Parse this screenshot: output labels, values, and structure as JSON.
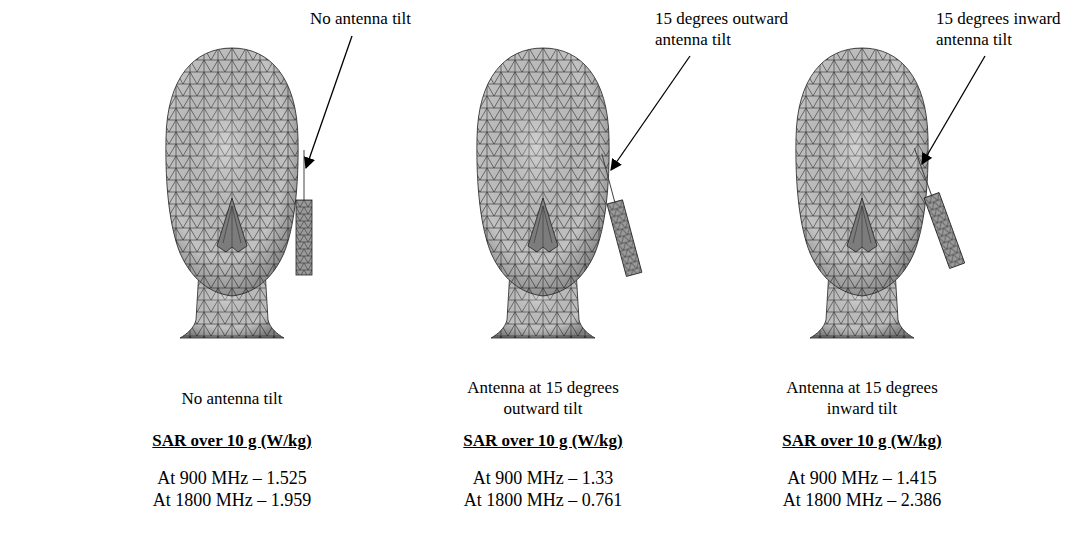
{
  "diagram": {
    "labels": [
      "No antenna tilt",
      "15 degrees outward antenna tilt",
      "15 degrees inward antenna tilt",
      "No antenna tilt",
      "Antenna at 15 degrees outward tilt",
      "Antenna at 15 degrees inward tilt",
      "SAR over 10 g (W/kg)",
      "SAR over 10 g (W/kg)",
      "SAR over 10 g (W/kg)",
      "At 900 MHz – 1.525",
      "At 1800 MHz – 1.959",
      "At 900 MHz – 1.33",
      "At 1800 MHz – 0.761",
      "At 900 MHz – 1.415",
      "At 1800 MHz – 2.386"
    ]
  }
}
